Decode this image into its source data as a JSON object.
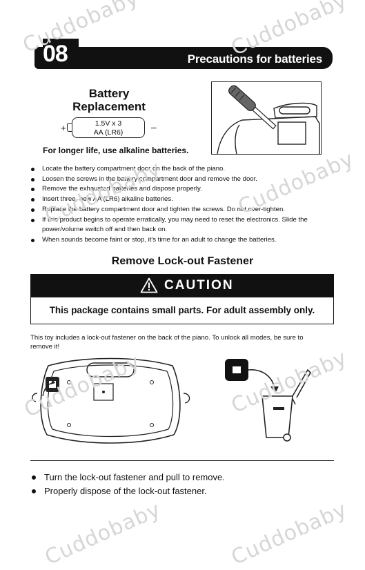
{
  "header": {
    "section_number": "08",
    "section_title": "Precautions for batteries"
  },
  "battery": {
    "title_line1": "Battery",
    "title_line2": "Replacement",
    "plus": "+",
    "minus": "–",
    "label_line1": "1.5V x 3",
    "label_line2": "AA (LR6)",
    "alkaline_note": "For longer life, use alkaline batteries."
  },
  "instructions": [
    "Locate the battery compartment door on the back of the piano.",
    "Loosen the screws in the battery compartment door and remove the door.",
    "Remove the exhausted batteries and dispose properly.",
    "Insert three, new AA (LR6) alkaline batteries.",
    "Replace the battery compartment door and tighten the screws. Do not over-tighten.",
    "If this product begins to operate erratically, you may need to reset the electronics. Slide the power/volume switch off and then back on.",
    "When sounds become faint or stop, it's time for an adult to change the batteries."
  ],
  "lockout": {
    "heading": "Remove Lock-out Fastener",
    "caution_label": "CAUTION",
    "caution_text": "This package contains small parts. For adult assembly only.",
    "description": "This toy includes a lock-out fastener on the back of the piano. To unlock all modes, be sure to remove it!",
    "steps": [
      "Turn the lock-out fastener and pull to remove.",
      "Properly dispose of the lock-out fastener."
    ]
  },
  "watermarks": [
    "Cuddobaby",
    "Cuddobaby",
    "Cuddobaby",
    "Cuddobaby",
    "Cuddobaby",
    "Cuddobaby",
    "Cuddobaby",
    "Cuddobaby"
  ],
  "colors": {
    "ink": "#111111",
    "paper": "#ffffff",
    "watermark": "#d6d6d6"
  }
}
